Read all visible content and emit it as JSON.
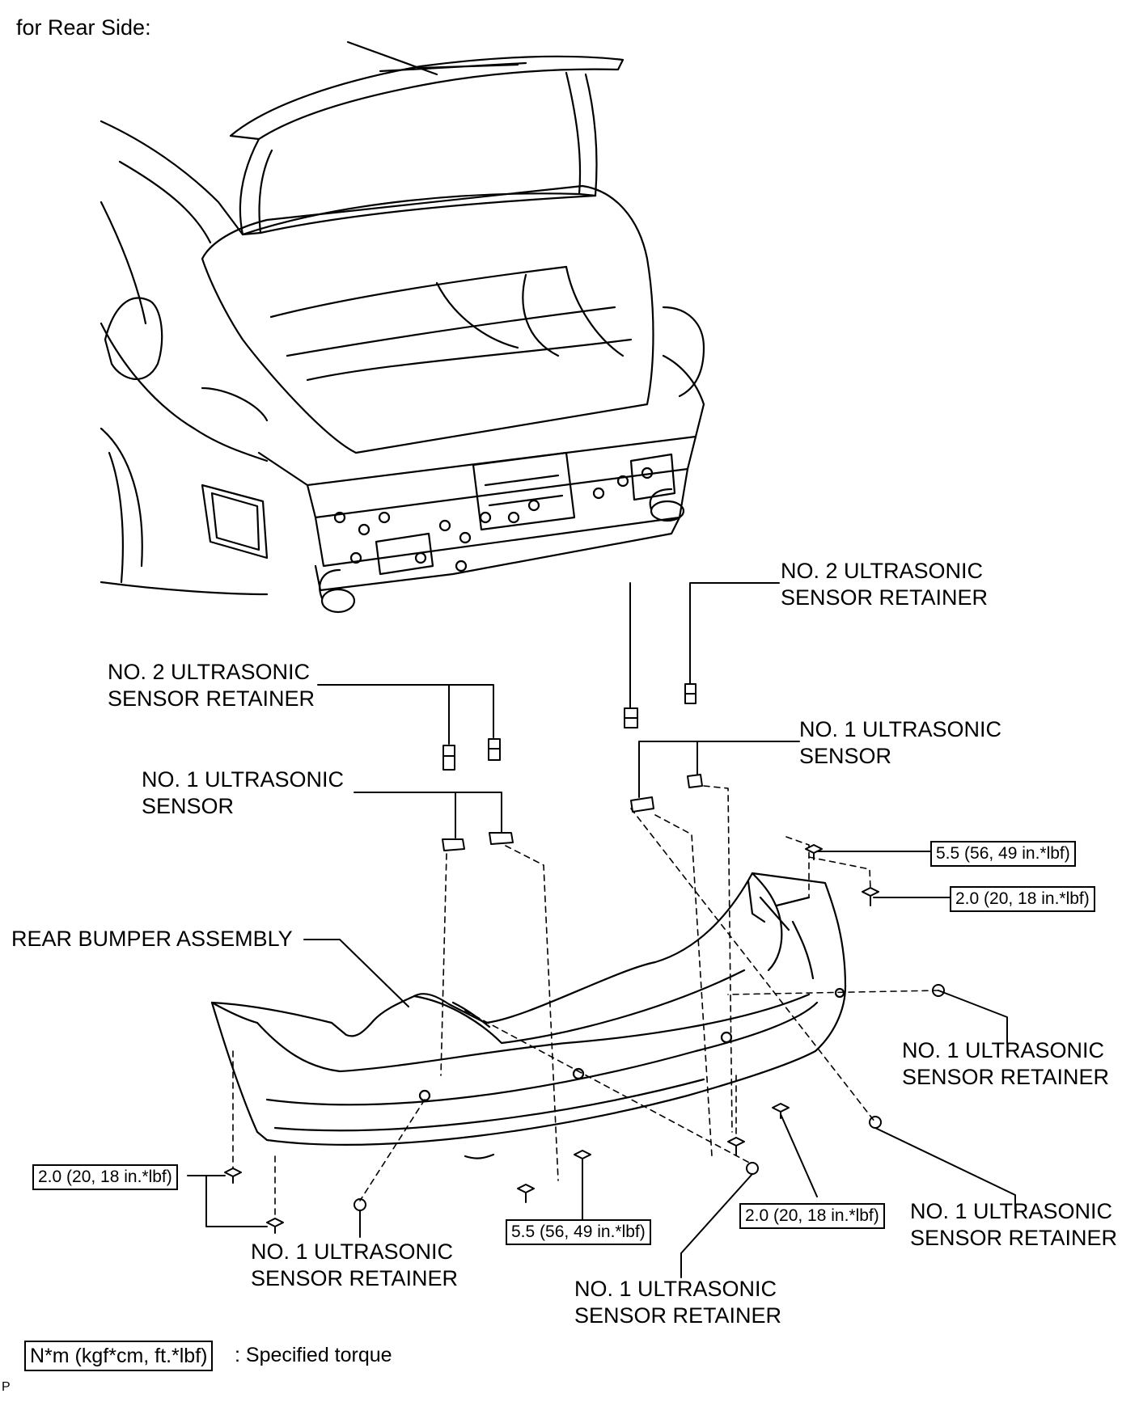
{
  "header": {
    "title": "for Rear Side:"
  },
  "callouts": {
    "no2_retainer_top_line1": "NO. 2 ULTRASONIC",
    "no2_retainer_top_line2": "SENSOR RETAINER",
    "no2_retainer_left_line1": "NO. 2 ULTRASONIC",
    "no2_retainer_left_line2": "SENSOR RETAINER",
    "no1_sensor_left_line1": "NO. 1 ULTRASONIC",
    "no1_sensor_left_line2": "SENSOR",
    "no1_sensor_right_line1": "NO. 1 ULTRASONIC",
    "no1_sensor_right_line2": "SENSOR",
    "rear_bumper": "REAR BUMPER ASSEMBLY",
    "no1_retainer_right_line1": "NO. 1 ULTRASONIC",
    "no1_retainer_right_line2": "SENSOR RETAINER",
    "no1_retainer_lowright_line1": "NO. 1 ULTRASONIC",
    "no1_retainer_lowright_line2": "SENSOR RETAINER",
    "no1_retainer_lowleft_line1": "NO. 1 ULTRASONIC",
    "no1_retainer_lowleft_line2": "SENSOR RETAINER",
    "no1_retainer_lowcenter_line1": "NO. 1 ULTRASONIC",
    "no1_retainer_lowcenter_line2": "SENSOR RETAINER"
  },
  "torques": {
    "top_right_upper": "5.5 (56, 49 in.*lbf)",
    "top_right_lower": "2.0 (20, 18 in.*lbf)",
    "left": "2.0 (20, 18 in.*lbf)",
    "bottom_center": "5.5 (56, 49 in.*lbf)",
    "bottom_right": "2.0 (20, 18 in.*lbf)"
  },
  "legend": {
    "unit_box": "N*m (kgf*cm, ft.*lbf)",
    "description": ": Specified torque"
  },
  "footer": {
    "code": "P"
  }
}
